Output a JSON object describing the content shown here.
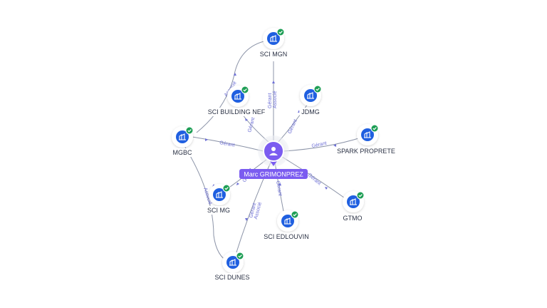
{
  "center": {
    "name": "Marc GRIMONPREZ",
    "icon": "person-icon"
  },
  "companies": [
    {
      "id": "sci-mgn",
      "name": "SCI MGN",
      "icon": "building-icon",
      "verified": true
    },
    {
      "id": "sci-building-nef",
      "name": "SCI BUILDING NEF",
      "icon": "building-icon",
      "verified": true
    },
    {
      "id": "jdmg",
      "name": "JDMG",
      "icon": "building-icon",
      "verified": true
    },
    {
      "id": "mgbc",
      "name": "MGBC",
      "icon": "building-icon",
      "verified": true
    },
    {
      "id": "spark-proprete",
      "name": "SPARK PROPRETE",
      "icon": "building-icon",
      "verified": true
    },
    {
      "id": "sci-mg",
      "name": "SCI MG",
      "icon": "building-icon",
      "verified": true
    },
    {
      "id": "gtmo",
      "name": "GTMO",
      "icon": "building-icon",
      "verified": true
    },
    {
      "id": "sci-edlouvin",
      "name": "SCI EDLOUVIN",
      "icon": "building-icon",
      "verified": true
    },
    {
      "id": "sci-dunes",
      "name": "SCI DUNES",
      "icon": "building-icon",
      "verified": true
    }
  ],
  "edge_labels": {
    "sci_mgn": "Gérant\nAssocié",
    "sci_building_nef": "Gérant",
    "jdmg": "Gérant",
    "mgbc": "Gérant",
    "spark": "Gérant",
    "gtmo": "Gérant",
    "edlouvin": "Gérant",
    "sci_mg": "Gérant",
    "dunes": "Gérant\nAssocié",
    "mgbc_mgn": "Associé",
    "mgbc_dunes": "Associé"
  },
  "colors": {
    "edge": "#8c94a8",
    "edge_label": "#6d6fd6",
    "node_icon": "#1f5fe0",
    "verified_badge": "#1e9e55",
    "center_pin": "#7b5cf0"
  }
}
